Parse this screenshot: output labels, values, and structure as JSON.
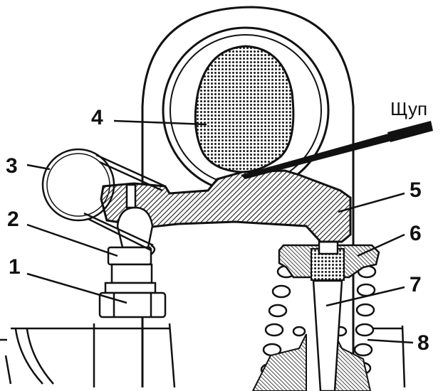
{
  "labels": {
    "probe": "Щуп",
    "c1": "1",
    "c2": "2",
    "c3": "3",
    "c4": "4",
    "c5": "5",
    "c6": "6",
    "c7": "7",
    "c8": "8"
  },
  "colors": {
    "ink": "#111111",
    "paper": "#ffffff"
  }
}
